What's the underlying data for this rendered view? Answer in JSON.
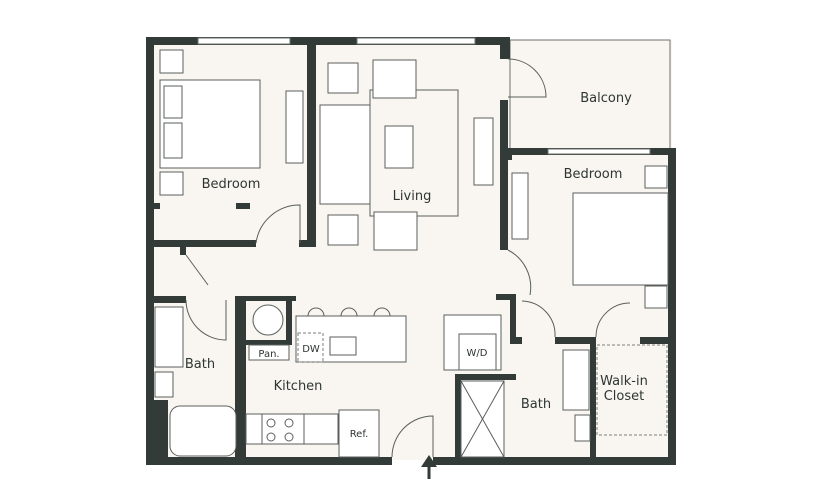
{
  "floorplan": {
    "rooms": {
      "bedroom_1": "Bedroom",
      "living": "Living",
      "balcony": "Balcony",
      "bedroom_2": "Bedroom",
      "bath_1": "Bath",
      "kitchen": "Kitchen",
      "bath_2": "Bath",
      "walk_in_closet_line1": "Walk-in",
      "walk_in_closet_line2": "Closet"
    },
    "fixtures": {
      "pantry": "Pan.",
      "dishwasher": "DW",
      "washer_dryer": "W/D",
      "refrigerator": "Ref."
    },
    "colors": {
      "wall": "#323b37",
      "floor": "#f9f6f1"
    }
  }
}
